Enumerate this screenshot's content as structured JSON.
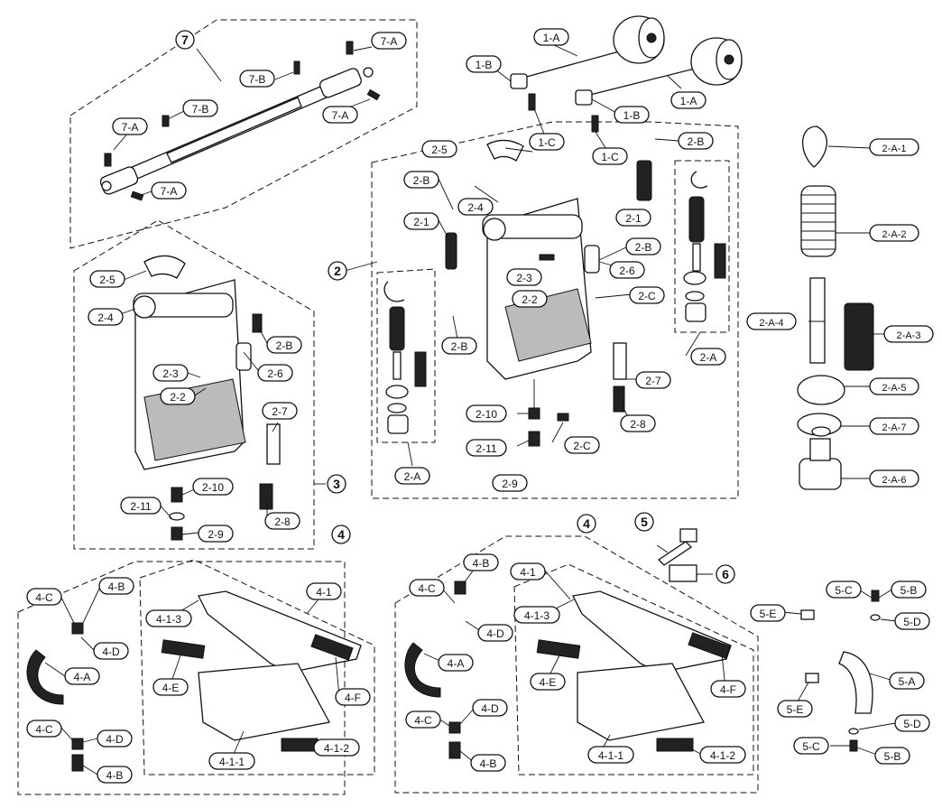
{
  "diagram": {
    "groups": [
      {
        "key": "g1",
        "text": "7"
      },
      {
        "key": "g2",
        "text": "2"
      },
      {
        "key": "g3",
        "text": "3"
      },
      {
        "key": "g4a",
        "text": "4"
      },
      {
        "key": "g4b",
        "text": "4"
      },
      {
        "key": "g5",
        "text": "5"
      },
      {
        "key": "g6",
        "text": "6"
      }
    ],
    "callouts": [
      {
        "key": "c_7A_1",
        "text": "7-A"
      },
      {
        "key": "c_7B_1",
        "text": "7-B"
      },
      {
        "key": "c_7B_2",
        "text": "7-B"
      },
      {
        "key": "c_7A_2",
        "text": "7-A"
      },
      {
        "key": "c_7A_3",
        "text": "7-A"
      },
      {
        "key": "c_7A_4",
        "text": "7-A"
      },
      {
        "key": "c_1A_1",
        "text": "1-A"
      },
      {
        "key": "c_1B_1",
        "text": "1-B"
      },
      {
        "key": "c_1A_2",
        "text": "1-A"
      },
      {
        "key": "c_1B_2",
        "text": "1-B"
      },
      {
        "key": "c_1C_1",
        "text": "1-C"
      },
      {
        "key": "c_1C_2",
        "text": "1-C"
      },
      {
        "key": "c_2A1",
        "text": "2-A-1"
      },
      {
        "key": "c_2A2",
        "text": "2-A-2"
      },
      {
        "key": "c_2A4",
        "text": "2-A-4"
      },
      {
        "key": "c_2A3",
        "text": "2-A-3"
      },
      {
        "key": "c_2A5",
        "text": "2-A-5"
      },
      {
        "key": "c_2A7",
        "text": "2-A-7"
      },
      {
        "key": "c_2A6",
        "text": "2-A-6"
      },
      {
        "key": "c_m25",
        "text": "2-5"
      },
      {
        "key": "c_m2B_1",
        "text": "2-B"
      },
      {
        "key": "c_m24",
        "text": "2-4"
      },
      {
        "key": "c_m2B_2",
        "text": "2-B"
      },
      {
        "key": "c_m21_1",
        "text": "2-1"
      },
      {
        "key": "c_m21_2",
        "text": "2-1"
      },
      {
        "key": "c_m2B_3",
        "text": "2-B"
      },
      {
        "key": "c_m2B_4",
        "text": "2-B"
      },
      {
        "key": "c_m23",
        "text": "2-3"
      },
      {
        "key": "c_m26",
        "text": "2-6"
      },
      {
        "key": "c_m22",
        "text": "2-2"
      },
      {
        "key": "c_m2C_1",
        "text": "2-C"
      },
      {
        "key": "c_m2A_1",
        "text": "2-A"
      },
      {
        "key": "c_m27",
        "text": "2-7"
      },
      {
        "key": "c_m210",
        "text": "2-10"
      },
      {
        "key": "c_m28",
        "text": "2-8"
      },
      {
        "key": "c_m211",
        "text": "2-11"
      },
      {
        "key": "c_m2C_2",
        "text": "2-C"
      },
      {
        "key": "c_m2A_2",
        "text": "2-A"
      },
      {
        "key": "c_m29",
        "text": "2-9"
      },
      {
        "key": "c_l25",
        "text": "2-5"
      },
      {
        "key": "c_l24",
        "text": "2-4"
      },
      {
        "key": "c_l2B",
        "text": "2-B"
      },
      {
        "key": "c_l23",
        "text": "2-3"
      },
      {
        "key": "c_l26",
        "text": "2-6"
      },
      {
        "key": "c_l22",
        "text": "2-2"
      },
      {
        "key": "c_l27",
        "text": "2-7"
      },
      {
        "key": "c_l210",
        "text": "2-10"
      },
      {
        "key": "c_l211",
        "text": "2-11"
      },
      {
        "key": "c_l28",
        "text": "2-8"
      },
      {
        "key": "c_l29",
        "text": "2-9"
      },
      {
        "key": "c_a4B_1",
        "text": "4-B"
      },
      {
        "key": "c_a4C_1",
        "text": "4-C"
      },
      {
        "key": "c_a4D_1",
        "text": "4-D"
      },
      {
        "key": "c_a4A",
        "text": "4-A"
      },
      {
        "key": "c_a4C_2",
        "text": "4-C"
      },
      {
        "key": "c_a4D_2",
        "text": "4-D"
      },
      {
        "key": "c_a4B_2",
        "text": "4-B"
      },
      {
        "key": "c_a41",
        "text": "4-1"
      },
      {
        "key": "c_a413",
        "text": "4-1-3"
      },
      {
        "key": "c_a4E",
        "text": "4-E"
      },
      {
        "key": "c_a4F",
        "text": "4-F"
      },
      {
        "key": "c_a412",
        "text": "4-1-2"
      },
      {
        "key": "c_a411",
        "text": "4-1-1"
      },
      {
        "key": "c_b4B_1",
        "text": "4-B"
      },
      {
        "key": "c_b4C_1",
        "text": "4-C"
      },
      {
        "key": "c_b4D_1",
        "text": "4-D"
      },
      {
        "key": "c_b4A",
        "text": "4-A"
      },
      {
        "key": "c_b4C_2",
        "text": "4-C"
      },
      {
        "key": "c_b4D_2",
        "text": "4-D"
      },
      {
        "key": "c_b4B_2",
        "text": "4-B"
      },
      {
        "key": "c_b41",
        "text": "4-1"
      },
      {
        "key": "c_b413",
        "text": "4-1-3"
      },
      {
        "key": "c_b4E",
        "text": "4-E"
      },
      {
        "key": "c_b4F",
        "text": "4-F"
      },
      {
        "key": "c_b411",
        "text": "4-1-1"
      },
      {
        "key": "c_b412",
        "text": "4-1-2"
      },
      {
        "key": "c_5C_1",
        "text": "5-C"
      },
      {
        "key": "c_5B_1",
        "text": "5-B"
      },
      {
        "key": "c_5E_1",
        "text": "5-E"
      },
      {
        "key": "c_5D_1",
        "text": "5-D"
      },
      {
        "key": "c_5A",
        "text": "5-A"
      },
      {
        "key": "c_5E_2",
        "text": "5-E"
      },
      {
        "key": "c_5D_2",
        "text": "5-D"
      },
      {
        "key": "c_5C_2",
        "text": "5-C"
      },
      {
        "key": "c_5B_2",
        "text": "5-B"
      }
    ]
  }
}
